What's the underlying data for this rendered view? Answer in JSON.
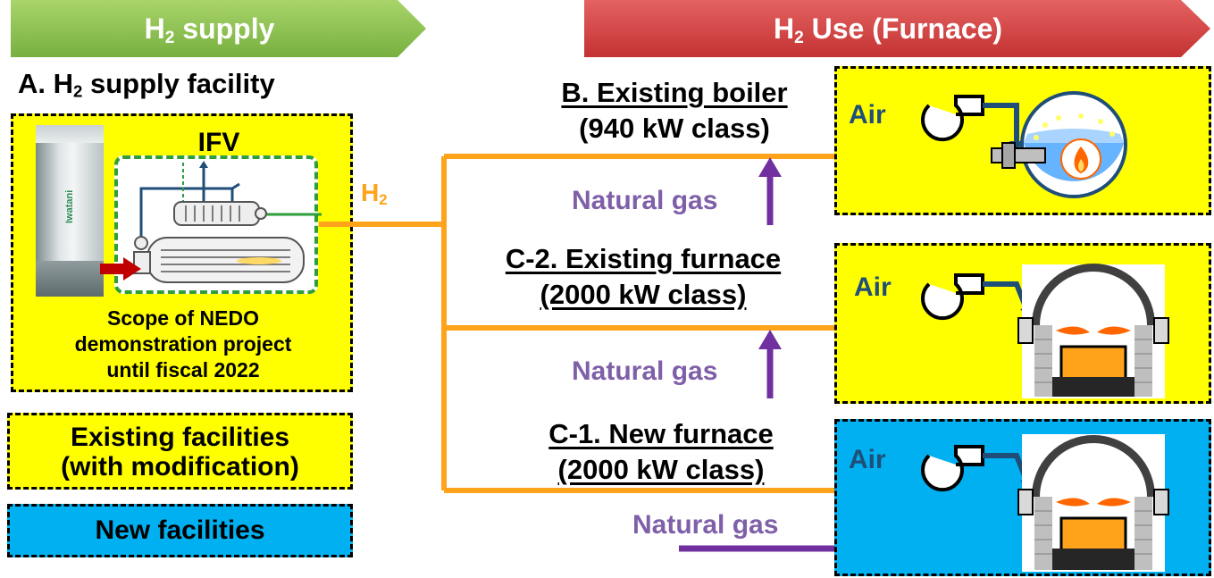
{
  "headers": {
    "supply": {
      "prefix": "H",
      "sub": "2",
      "suffix": " supply"
    },
    "use": {
      "prefix": "H",
      "sub": "2",
      "suffix": " Use (Furnace)"
    }
  },
  "facility": {
    "title_prefix": "A. H",
    "title_sub": "2",
    "title_suffix": " supply facility",
    "ifv_label": "IFV",
    "tank_brand": "Iwatani",
    "scope_lines": [
      "Scope of NEDO",
      "demonstration project",
      "until fiscal 2022"
    ]
  },
  "h2_label": {
    "prefix": "H",
    "sub": "2"
  },
  "boiler": {
    "line1": "B.  Existing boiler",
    "line2": "(940 kW class)"
  },
  "furnace_existing": {
    "line1": "C-2. Existing furnace",
    "line2": "(2000 kW class)"
  },
  "furnace_new": {
    "line1": "C-1. New furnace",
    "line2": "(2000 kW class)"
  },
  "natural_gas": [
    "Natural gas",
    "Natural gas",
    "Natural gas"
  ],
  "air": [
    "Air",
    "Air",
    "Air"
  ],
  "legend": {
    "existing_line1": "Existing facilities",
    "existing_line2": "(with modification)",
    "new": "New facilities"
  },
  "colors": {
    "supply_header": "#8dc047",
    "use_header": "#d64545",
    "h2_line": "#ffa31a",
    "natural_gas": "#7030a0",
    "air_pipe": "#1f4e79",
    "existing_fill": "#ffff00",
    "new_fill": "#00b0f0"
  }
}
